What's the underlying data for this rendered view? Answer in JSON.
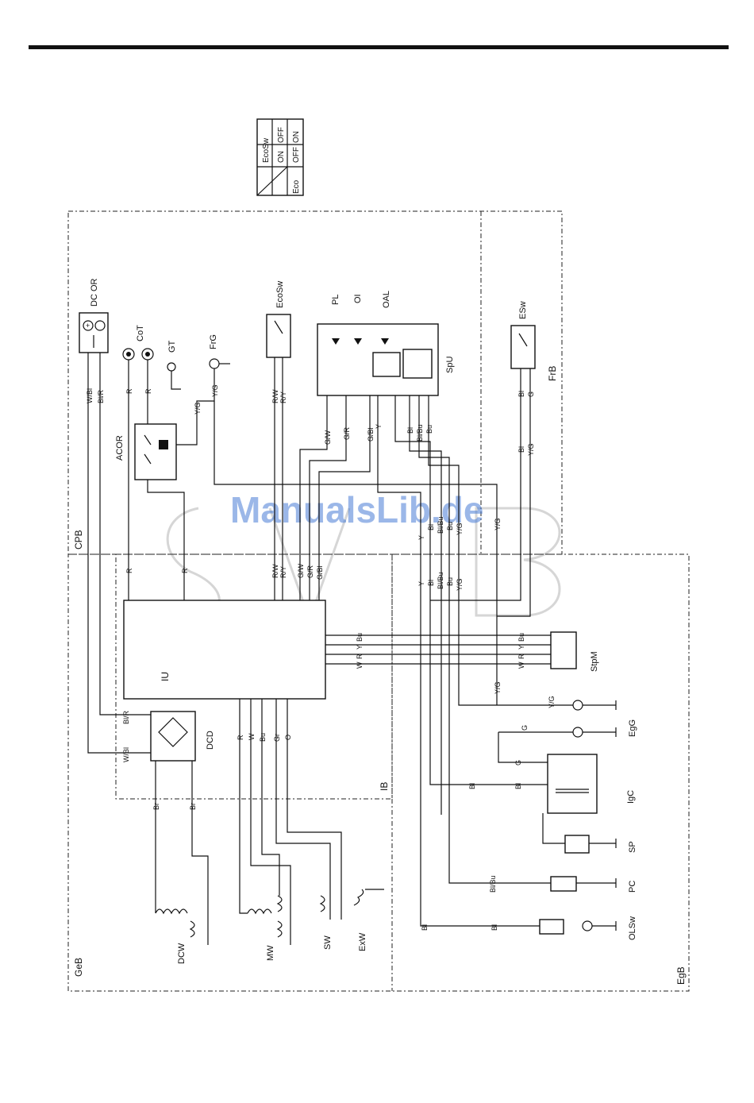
{
  "watermark": "ManualsLib.de",
  "eco_table": {
    "col_header_1": "EcoSw",
    "col_header_2": "Eco",
    "row1": [
      "ON",
      "OFF"
    ],
    "row2": [
      "OFF",
      "ON"
    ]
  },
  "regions": {
    "cpb": "CPB",
    "frb": "FrB",
    "ib": "IB",
    "geb": "GeB",
    "egb": "EgB"
  },
  "components": {
    "dcor": "DC OR",
    "cot": "CoT",
    "gt": "GT",
    "frg": "FrG",
    "acor": "ACOR",
    "ecosw": "EcoSw",
    "pl": "PL",
    "oi": "OI",
    "oal": "OAL",
    "spu": "SpU",
    "esw": "ESw",
    "iu": "IU",
    "dcd": "DCD",
    "stpm": "StpM",
    "egg": "EgG",
    "igc": "IgC",
    "sp": "SP",
    "pc": "PC",
    "olsw": "OLSw",
    "dcw": "DCW",
    "mw": "MW",
    "sw": "SW",
    "exw": "ExW"
  },
  "wire_labels": {
    "w_bl": "W/Bl",
    "bl_r": "Bl/R",
    "r": "R",
    "y_g": "Y/G",
    "r_w": "R/W",
    "r_y": "R/Y",
    "g_w": "G/W",
    "g_r": "G/R",
    "g_bl": "G/Bl",
    "y": "Y",
    "bl": "Bl",
    "bl_bu": "Bl/Bu",
    "bu": "Bu",
    "g": "G",
    "w": "W",
    "br": "Br",
    "gr": "Gr",
    "o": "O"
  }
}
